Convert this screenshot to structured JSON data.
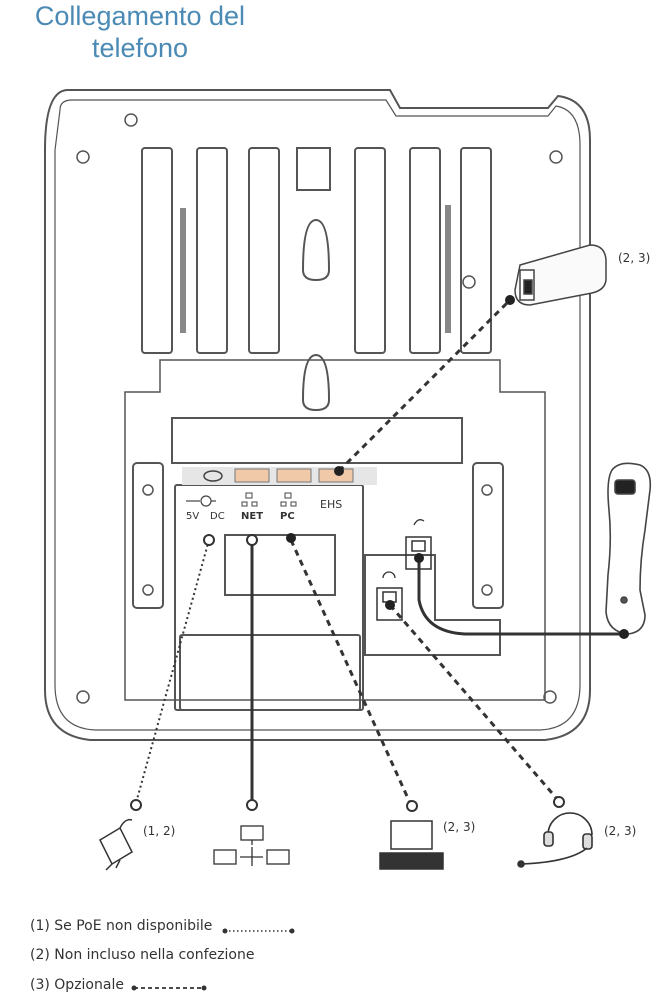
{
  "title": {
    "line1": "Collegamento del",
    "line2": "telefono"
  },
  "ports": {
    "power": "5V",
    "power_dc": "DC",
    "net": "NET",
    "pc": "PC",
    "ehs": "EHS"
  },
  "callouts": {
    "ehs_adapter": "(2, 3)",
    "power_adapter": "(1, 2)",
    "pc": "(2, 3)",
    "headset": "(2, 3)"
  },
  "legend": {
    "poe": "(1) Se PoE non disponibile",
    "not_included": "(2) Non incluso nella confezione",
    "optional": "(3) Opzionale"
  },
  "colors": {
    "title": "#4a8ab5",
    "line": "#333333"
  }
}
